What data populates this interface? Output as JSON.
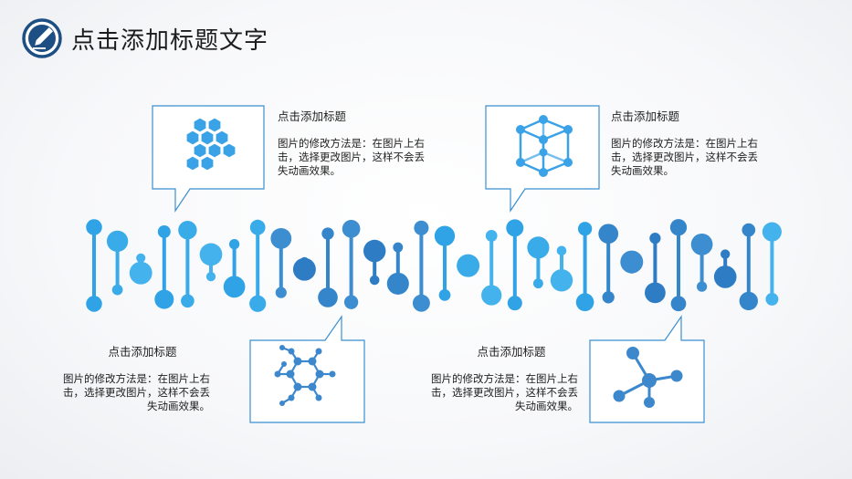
{
  "title": "点击添加标题文字",
  "header_icon": "pencil-icon",
  "colors": {
    "dark_blue": "#1e4f84",
    "blue_mid": "#3b7fc9",
    "blue_light": "#3aaee8",
    "line": "#5aa6dc"
  },
  "blocks": [
    {
      "heading": "点击添加标题",
      "body": "图片的修改方法是：在图片上右击，选择更改图片，这样不会丢失动画效果。",
      "icon": "hexagons-icon"
    },
    {
      "heading": "点击添加标题",
      "body": "图片的修改方法是：在图片上右击，选择更改图片，这样不会丢失动画效果。",
      "icon": "cube-icon"
    },
    {
      "heading": "点击添加标题",
      "body": "图片的修改方法是：在图片上右击，选择更改图片，这样不会丢失动画效果。",
      "icon": "molecule-ring-icon"
    },
    {
      "heading": "点击添加标题",
      "body": "图片的修改方法是：在图片上右击，选择更改图片，这样不会丢失动画效果。",
      "icon": "molecule-node-icon"
    }
  ]
}
